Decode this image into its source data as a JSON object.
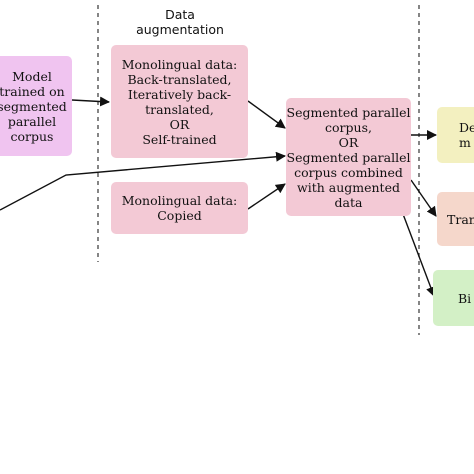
{
  "section_label": "Data\naugmentation",
  "boxes": {
    "model": {
      "text": "Model\ntrained on\nsegmented\nparallel\ncorpus",
      "fill": "#f0c4f0"
    },
    "mono_aug": {
      "text": "Monolingual data:\nBack-translated,\nIteratively back-\ntranslated,\nOR\nSelf-trained",
      "fill": "#f3c9d5"
    },
    "mono_copy": {
      "text": "Monolingual data:\nCopied",
      "fill": "#f3c9d5"
    },
    "corpus": {
      "text": "Segmented parallel\ncorpus,\nOR\nSegmented parallel\ncorpus combined\nwith augmented\ndata",
      "fill": "#f3c9d5"
    },
    "out1": {
      "text": "De\nm",
      "fill": "#f3f0c0"
    },
    "out2": {
      "text": "Tran",
      "fill": "#f5d7cb"
    },
    "out3": {
      "text": "Bi",
      "fill": "#d3f0c6"
    }
  },
  "colors": {
    "line": "#111111",
    "divider": "#444444"
  }
}
